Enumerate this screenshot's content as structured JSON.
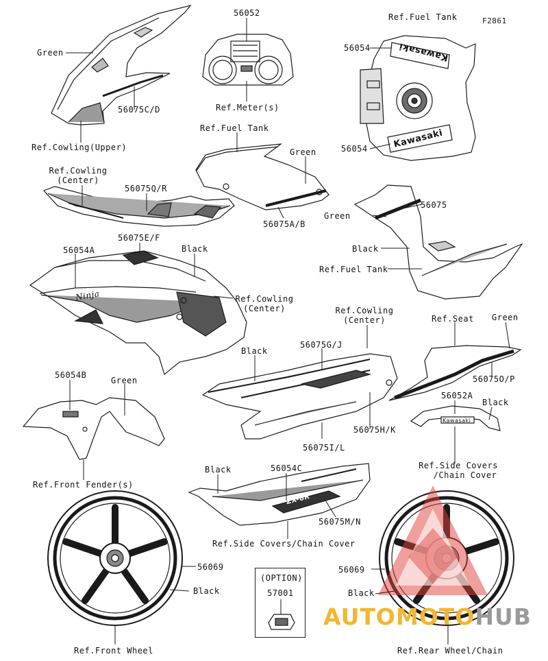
{
  "figure_id": "F2861",
  "labels": {
    "green_upper": "Green",
    "p56075CD": "56075C/D",
    "ref_cowling_upper": "Ref.Cowling(Upper)",
    "p56052": "56052",
    "ref_meters": "Ref.Meter(s)",
    "ref_fuel_tank_top": "Ref.Fuel Tank",
    "p56054_top": "56054",
    "p56054_bottom": "56054",
    "ref_fuel_tank_mid": "Ref.Fuel Tank",
    "green_tank_cover": "Green",
    "p56075AB": "56075A/B",
    "ref_cowling_center_1a": "Ref.Cowling",
    "ref_cowling_center_1b": "(Center)",
    "p56075QR": "56075Q/R",
    "p56075": "56075",
    "green_tank_side": "Green",
    "black_tank_side": "Black",
    "ref_fuel_tank_side": "Ref.Fuel Tank",
    "p56054A": "56054A",
    "p56075EF": "56075E/F",
    "black_cowl": "Black",
    "ref_cowling_center_2a": "Ref.Cowling",
    "ref_cowling_center_2b": "(Center)",
    "ref_cowling_center_3a": "Ref.Cowling",
    "ref_cowling_center_3b": "(Center)",
    "black_center": "Black",
    "p56075GJ": "56075G/J",
    "ref_seat": "Ref.Seat",
    "green_seat": "Green",
    "p56075OP": "56075O/P",
    "p56054B": "56054B",
    "green_fender": "Green",
    "p56075HK": "56075H/K",
    "p56075IL": "56075I/L",
    "p56052A": "56052A",
    "black_side_cover": "Black",
    "ref_front_fender": "Ref.Front Fender(s)",
    "ref_side_covers_1a": "Ref.Side Covers",
    "ref_side_covers_1b": "/Chain Cover",
    "black_lower": "Black",
    "p56054C": "56054C",
    "p56075MN": "56075M/N",
    "ref_side_covers_chain": "Ref.Side Covers/Chain Cover",
    "p56069_front": "56069",
    "black_front_wheel": "Black",
    "option": "(OPTION)",
    "p57001": "57001",
    "p56069_rear": "56069",
    "black_rear_wheel": "Black",
    "ref_front_wheel": "Ref.Front Wheel",
    "ref_rear_wheel": "Ref.Rear Wheel/Chain"
  },
  "decals": {
    "kawasaki_top": "Kawasaki",
    "kawasaki_bottom": "Kawasaki",
    "ninja": "Ninja",
    "kawasaki_rear_cowl": "Kawasaki",
    "zx6r": "ZX-6R"
  },
  "watermark": {
    "part1": "AUTOMOTO",
    "part2": "HUB",
    "logo_color": "#e0413a",
    "text_color": "#f2b632",
    "hub_color": "#9a9a9a"
  },
  "colors": {
    "line": "#1a1a1a",
    "shade": "#8e8e8e",
    "light": "#d9d9d9"
  }
}
